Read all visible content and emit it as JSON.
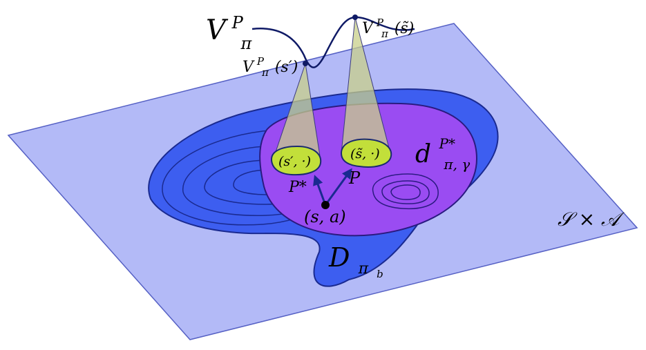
{
  "labels": {
    "value_function_base": "V",
    "value_function_sub": "π",
    "value_function_sup": "P",
    "v_s_prime_base": "V",
    "v_s_prime_sub": "π",
    "v_s_prime_sup": "P",
    "v_s_prime_arg": "(s′)",
    "v_s_tilde_base": "V",
    "v_s_tilde_sub": "π",
    "v_s_tilde_sup": "P",
    "v_s_tilde_arg": "(s̃)",
    "s_prime_dot": "(s′, ·)",
    "s_tilde_dot": "(s̃, ·)",
    "p_star": "P*",
    "p": "P",
    "state_action": "(s, a)",
    "d_base": "d",
    "d_sup": "P*",
    "d_sub": "π, γ",
    "D_base": "D",
    "D_sub": "π",
    "D_subsub": "b",
    "space": "𝒮 × 𝒜"
  },
  "colors": {
    "plane_fill": "#b3baf7",
    "plane_stroke": "#5560c4",
    "dataset_fill": "#3d5ef0",
    "dataset_stroke": "#1a2a90",
    "occupancy_fill": "#9a4cf2",
    "occupancy_stroke": "#2a1a80",
    "state_fill": "#c2df3a",
    "state_stroke": "#1a2a70",
    "cone_fill": "#c8cf8a",
    "curve_stroke": "#0f1a66",
    "arrow": "#1a2a90"
  }
}
